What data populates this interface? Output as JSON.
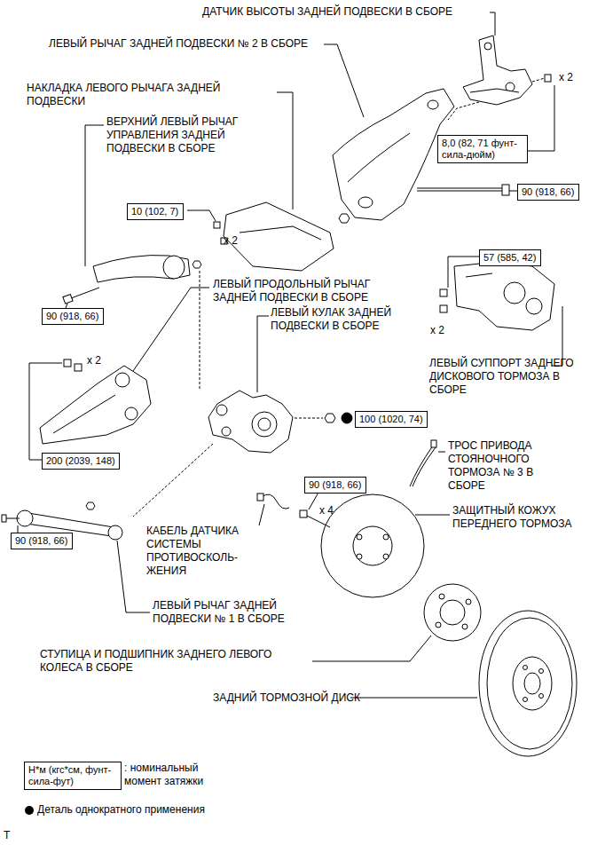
{
  "diagram": {
    "nodes": [
      {
        "text": [
          "8,0 (82, 71 фунт-сила-дюйм)"
        ]
      },
      {
        "text": [
          "90 (918, 66)"
        ]
      },
      {
        "text": [
          "10 (102, 7)"
        ]
      },
      {
        "text": [
          "57 (585, 42)"
        ]
      },
      {
        "text": [
          "90 (918, 66)"
        ]
      },
      {
        "text": [
          "100 (1020, 74)"
        ]
      },
      {
        "text": [
          "200 (2039, 148)"
        ]
      },
      {
        "text": [
          "90 (918, 66)"
        ]
      },
      {
        "text": [
          "90 (918, 66)"
        ]
      },
      {
        "text": [
          "Н*м (кгс*см, фунт-сила-фут)"
        ]
      }
    ],
    "labels": [
      "ДАТЧИК ВЫСОТЫ ЗАДНЕЙ ПОДВЕСКИ В СБОРЕ",
      "ЛЕВЫЙ РЫЧАГ ЗАДНЕЙ ПОДВЕСКИ № 2 В СБОРЕ",
      "НАКЛАДКА ЛЕВОГО РЫЧАГА ЗАДНЕЙ ПОДВЕСКИ",
      "x 2",
      "ВЕРХНИЙ ЛЕВЫЙ РЫЧАГ УПРАВЛЕНИЯ ЗАДНЕЙ ПОДВЕСКИ В СБОРЕ",
      "x 2",
      "ЛЕВЫЙ ПРОДОЛЬНЫЙ РЫЧАГ ЗАДНЕЙ ПОДВЕСКИ В СБОРЕ",
      "ЛЕВЫЙ КУЛАК ЗАДНЕЙ ПОДВЕСКИ В СБОРЕ",
      "x 2",
      "x 2",
      "ЛЕВЫЙ СУППОРТ ЗАДНЕГО ДИСКОВОГО ТОРМОЗА В СБОРЕ",
      "ТРОС ПРИВОДА СТОЯНОЧНОГО ТОРМОЗА № 3 В СБОРЕ",
      "x 4",
      "ЗАЩИТНЫЙ КОЖУХ ПЕРЕДНЕГО ТОРМОЗА",
      "КАБЕЛЬ ДАТЧИКА СИСТЕМЫ ПРОТИВОСКОЛЬ- ЖЕНИЯ",
      "ЛЕВЫЙ РЫЧАГ ЗАДНЕЙ ПОДВЕСКИ № 1 В СБОРЕ",
      "СТУПИЦА И ПОДШИПНИК ЗАДНЕГО ЛЕВОГО КОЛЕСА В СБОРЕ",
      "ЗАДНИЙ ТОРМОЗНОЙ ДИСК",
      "T"
    ],
    "legend": [
      {
        "text": ": номинальный момент затяжки"
      },
      {
        "text": "Деталь однократного применения"
      }
    ]
  }
}
